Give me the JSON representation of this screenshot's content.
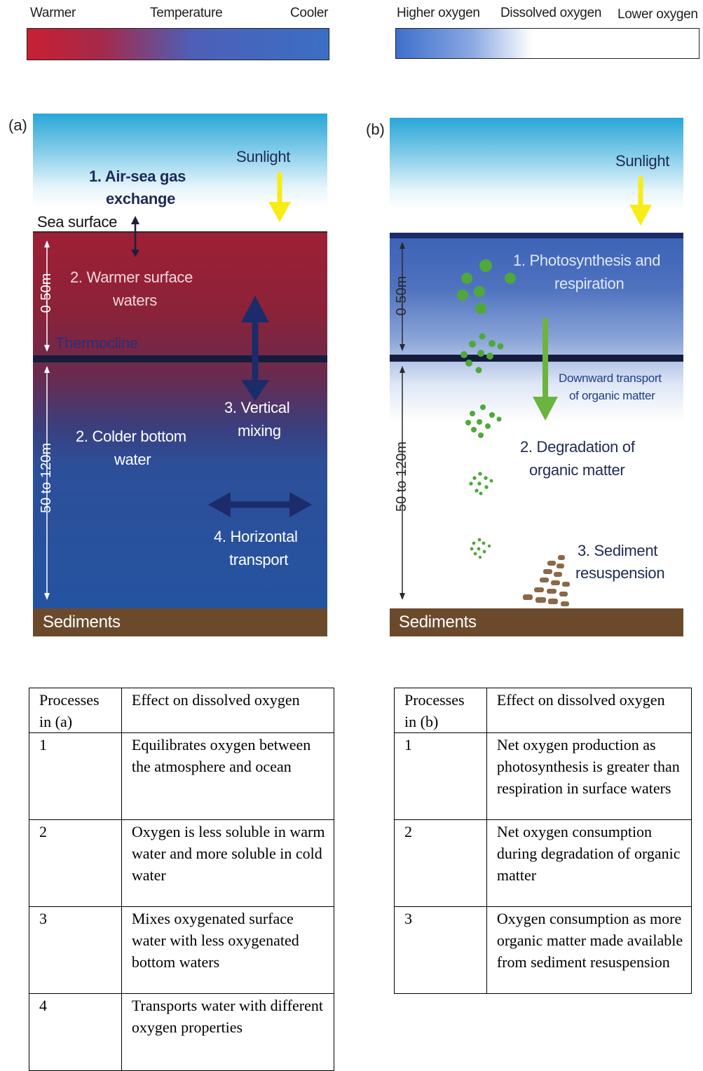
{
  "legend_temperature": {
    "warm_label": "Warmer",
    "title": "Temperature",
    "cool_label": "Cooler",
    "colors": [
      "#c91f32",
      "#3a6fc4"
    ]
  },
  "legend_oxygen": {
    "high_label": "Higher oxygen",
    "title": "Dissolved oxygen",
    "low_label": "Lower oxygen",
    "colors": [
      "#3d6fcb",
      "#ffffff"
    ]
  },
  "panel_a": {
    "tag": "(a)",
    "sunlight": "Sunlight",
    "air_sea_line1": "1. Air-sea gas",
    "air_sea_line2": "exchange",
    "sea_surface": "Sea surface",
    "warm_line1": "2. Warmer surface",
    "warm_line2": "waters",
    "thermocline": "Thermocline",
    "depth_top": "0-50m",
    "depth_bottom": "50 to 120m",
    "vertical_line1": "3. Vertical",
    "vertical_line2": "mixing",
    "cold_line1": "2. Colder bottom",
    "cold_line2": "water",
    "horizontal_line1": "4. Horizontal",
    "horizontal_line2": "transport",
    "sediments": "Sediments"
  },
  "panel_b": {
    "tag": "(b)",
    "sunlight": "Sunlight",
    "photo_line1": "1. Photosynthesis and",
    "photo_line2": "respiration",
    "depth_top": "0-50m",
    "depth_bottom": "50 to 120m",
    "downward_line1": "Downward transport",
    "downward_line2": "of organic matter",
    "degradation_line1": "2. Degradation of",
    "degradation_line2": "organic matter",
    "sediment_line1": "3. Sediment",
    "sediment_line2": "resuspension",
    "sediments": "Sediments"
  },
  "table_a": {
    "header": [
      "Processes in (a)",
      "Effect on dissolved oxygen"
    ],
    "rows": [
      [
        "1",
        "Equilibrates oxygen between the atmosphere and ocean"
      ],
      [
        "2",
        "Oxygen is less soluble in warm water and more soluble in cold water"
      ],
      [
        "3",
        "Mixes oxygenated surface water with less oxygenated bottom waters"
      ],
      [
        "4",
        "Transports water with different oxygen properties"
      ]
    ]
  },
  "table_b": {
    "header": [
      "Processes in (b)",
      "Effect on dissolved oxygen"
    ],
    "rows": [
      [
        "1",
        "Net oxygen production as photosynthesis is greater than respiration in surface waters"
      ],
      [
        "2",
        "Net oxygen consumption during degradation of organic matter"
      ],
      [
        "3",
        "Oxygen consumption as more organic matter made available from sediment resuspension"
      ]
    ]
  }
}
